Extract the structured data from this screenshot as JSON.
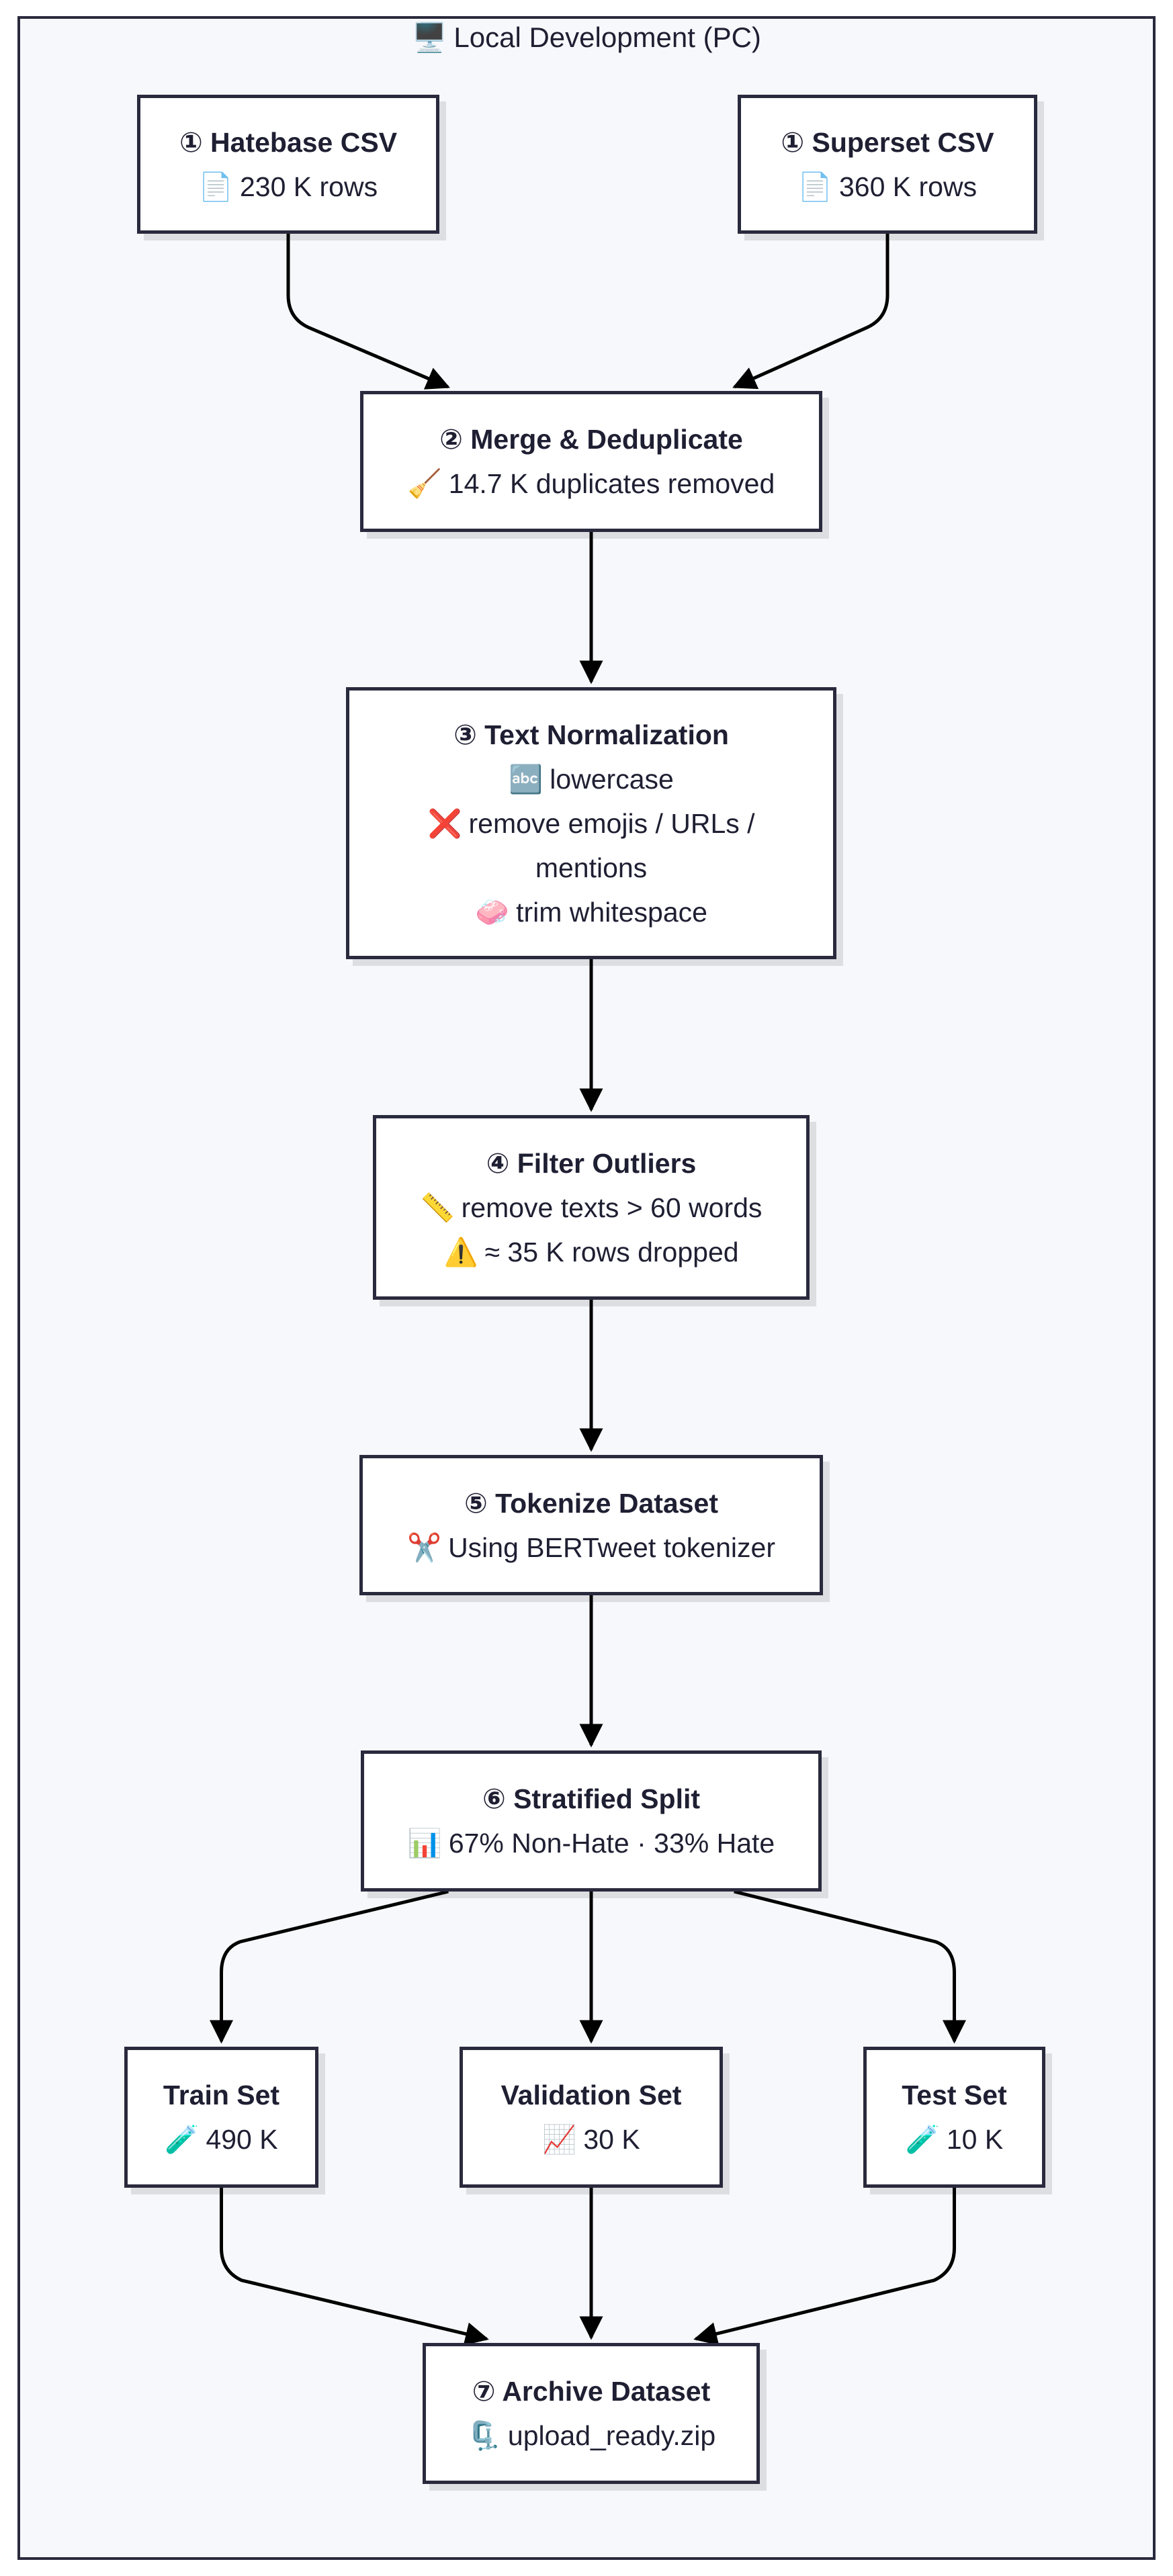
{
  "frame": {
    "icon": "🖥️",
    "title": "Local Development (PC)"
  },
  "nodes": {
    "hatebase": {
      "title": "① Hatebase CSV",
      "lines": [
        {
          "icon": "📄",
          "text": "230 K rows"
        }
      ]
    },
    "superset": {
      "title": "① Superset CSV",
      "lines": [
        {
          "icon": "📄",
          "text": "360 K rows"
        }
      ]
    },
    "merge": {
      "title": "② Merge & Deduplicate",
      "lines": [
        {
          "icon": "🧹",
          "text": "14.7 K duplicates removed"
        }
      ]
    },
    "normalize": {
      "title": "③ Text Normalization",
      "lines": [
        {
          "icon": "🔤",
          "text": "lowercase"
        },
        {
          "icon": "❌",
          "text": "remove emojis / URLs / mentions"
        },
        {
          "icon": "🧼",
          "text": "trim whitespace"
        }
      ]
    },
    "outliers": {
      "title": "④ Filter Outliers",
      "lines": [
        {
          "icon": "📏",
          "text": "remove texts > 60 words"
        },
        {
          "icon": "⚠️",
          "text": "≈ 35 K rows dropped"
        }
      ]
    },
    "tokenize": {
      "title": "⑤ Tokenize Dataset",
      "lines": [
        {
          "icon": "✂️",
          "text": "Using BERTweet tokenizer"
        }
      ]
    },
    "split": {
      "title": "⑥ Stratified Split",
      "lines": [
        {
          "icon": "📊",
          "text": "67% Non-Hate · 33% Hate"
        }
      ]
    },
    "train": {
      "title": "Train Set",
      "lines": [
        {
          "icon": "🧪",
          "text": "490 K"
        }
      ]
    },
    "validation": {
      "title": "Validation Set",
      "lines": [
        {
          "icon": "📈",
          "text": "30 K"
        }
      ]
    },
    "test": {
      "title": "Test Set",
      "lines": [
        {
          "icon": "🧪",
          "text": "10 K"
        }
      ]
    },
    "archive": {
      "title": "⑦ Archive Dataset",
      "lines": [
        {
          "icon": "🗜️",
          "text": "upload_ready.zip"
        }
      ]
    }
  },
  "edges": [
    {
      "from": "hatebase",
      "to": "merge"
    },
    {
      "from": "superset",
      "to": "merge"
    },
    {
      "from": "merge",
      "to": "normalize"
    },
    {
      "from": "normalize",
      "to": "outliers"
    },
    {
      "from": "outliers",
      "to": "tokenize"
    },
    {
      "from": "tokenize",
      "to": "split"
    },
    {
      "from": "split",
      "to": "train"
    },
    {
      "from": "split",
      "to": "validation"
    },
    {
      "from": "split",
      "to": "test"
    },
    {
      "from": "train",
      "to": "archive"
    },
    {
      "from": "validation",
      "to": "archive"
    },
    {
      "from": "test",
      "to": "archive"
    }
  ]
}
